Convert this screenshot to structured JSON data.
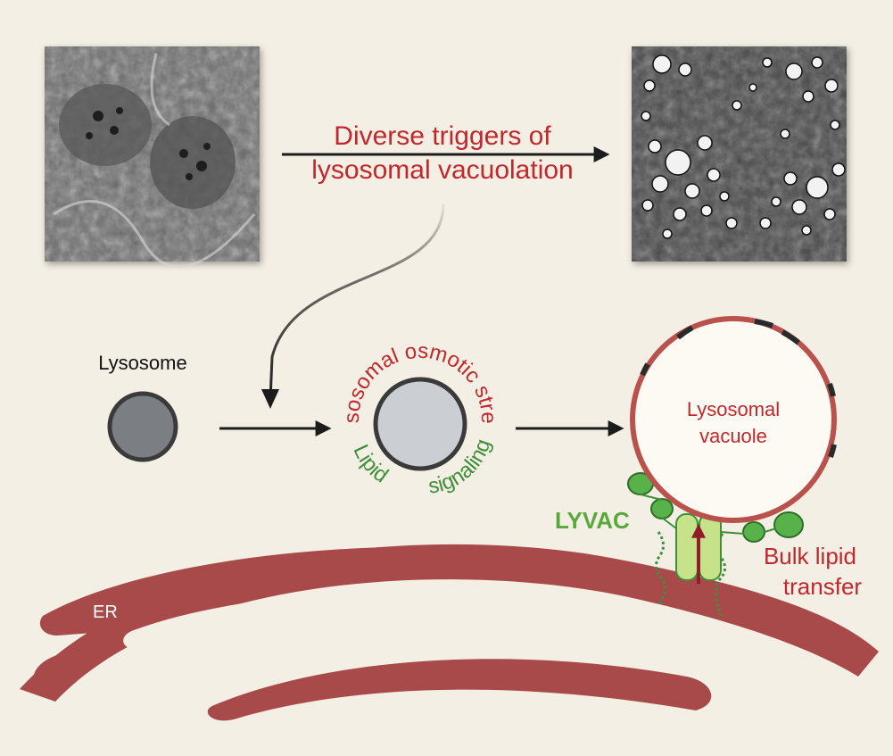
{
  "colors": {
    "background": "#f4efe4",
    "er": "#a84a4a",
    "red_text": "#c0282c",
    "green_text": "#3f8f3a",
    "green_bold": "#5aa83c",
    "protein_green": "#58b24a",
    "light_green": "#c6e38a",
    "vacuole_outline": "#b9514c",
    "lysosome_fill": "#7b7f84",
    "stressed_fill": "#cbced2",
    "arrow": "#1c1c1c"
  },
  "labels": {
    "trigger_line1": "Diverse triggers of",
    "trigger_line2": "lysosomal vacuolation",
    "lysosome": "Lysosome",
    "stress_arc": "Lysosomal osmotic stress",
    "lipid": "Lipid",
    "signaling": "signaling",
    "vacuole_line1": "Lysosomal",
    "vacuole_line2": "vacuole",
    "lyvac": "LYVAC",
    "bulk_line1": "Bulk lipid",
    "bulk_line2": "transfer",
    "er": "ER"
  }
}
